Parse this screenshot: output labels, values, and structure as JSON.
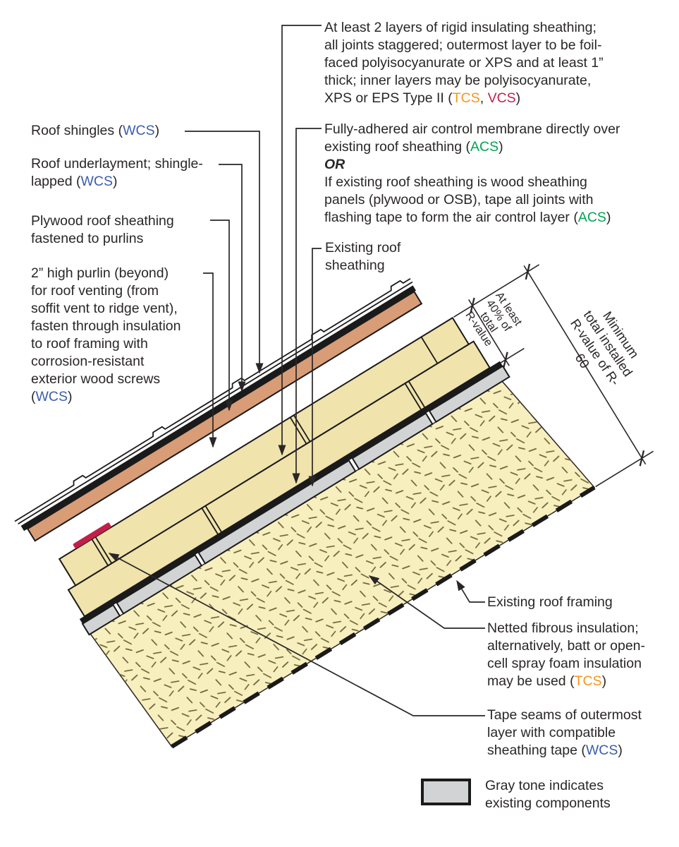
{
  "figure": {
    "description": "Roof retrofit section: rigid insulating sheathing over existing roof with vented over-roof",
    "palette": {
      "ink": "#2a2626",
      "wcs_blue": "#3a5dae",
      "tcs_orange": "#f7941e",
      "vcs_crimson": "#c2224e",
      "acs_green": "#00a551",
      "rigid_insulation_cream": "#f0e3ab",
      "fibrous_insulation_yellow": "#f7efbe",
      "plywood_tan": "#d89c77",
      "existing_gray": "#d2d3d4",
      "tape_red": "#c11f4a"
    }
  },
  "annotations": {
    "rigid_layers": [
      [
        {
          "t": "At least 2 layers of rigid insulating sheathing;"
        }
      ],
      [
        {
          "t": "all joints staggered; outermost layer to be foil-"
        }
      ],
      [
        {
          "t": "faced polyisocyanurate or XPS and at least 1”"
        }
      ],
      [
        {
          "t": "thick; inner layers may be polyisocyanurate,"
        }
      ],
      [
        {
          "t": "XPS or EPS Type II ("
        },
        {
          "t": "TCS",
          "c": "tcs"
        },
        {
          "t": ", "
        },
        {
          "t": "VCS",
          "c": "vcs"
        },
        {
          "t": ")"
        }
      ]
    ],
    "air_membrane": [
      [
        {
          "t": "Fully-adhered air control membrane directly over"
        }
      ],
      [
        {
          "t": "existing roof sheathing ("
        },
        {
          "t": "ACS",
          "c": "acs"
        },
        {
          "t": ")"
        }
      ],
      [
        {
          "t": "OR",
          "c": "bi"
        }
      ],
      [
        {
          "t": "If existing roof sheathing is wood sheathing"
        }
      ],
      [
        {
          "t": "panels (plywood or OSB), tape all joints with"
        }
      ],
      [
        {
          "t": "flashing tape to form the air control layer ("
        },
        {
          "t": "ACS",
          "c": "acs"
        },
        {
          "t": ")"
        }
      ]
    ],
    "roof_shingles": [
      [
        {
          "t": "Roof shingles ("
        },
        {
          "t": "WCS",
          "c": "wcs"
        },
        {
          "t": ")"
        }
      ]
    ],
    "underlayment": [
      [
        {
          "t": "Roof underlayment; shingle-"
        }
      ],
      [
        {
          "t": "lapped ("
        },
        {
          "t": "WCS",
          "c": "wcs"
        },
        {
          "t": ")"
        }
      ]
    ],
    "plywood": [
      [
        {
          "t": "Plywood roof sheathing"
        }
      ],
      [
        {
          "t": "fastened to purlins"
        }
      ]
    ],
    "purlin": [
      [
        {
          "t": "2” high purlin (beyond)"
        }
      ],
      [
        {
          "t": "for roof venting (from"
        }
      ],
      [
        {
          "t": "soffit vent to ridge vent),"
        }
      ],
      [
        {
          "t": "fasten through insulation"
        }
      ],
      [
        {
          "t": "to roof framing with"
        }
      ],
      [
        {
          "t": "corrosion-resistant"
        }
      ],
      [
        {
          "t": "exterior wood screws"
        }
      ],
      [
        {
          "t": "("
        },
        {
          "t": "WCS",
          "c": "wcs"
        },
        {
          "t": ")"
        }
      ]
    ],
    "existing_sheathing": [
      [
        {
          "t": "Existing roof"
        }
      ],
      [
        {
          "t": "sheathing"
        }
      ]
    ],
    "existing_framing": [
      [
        {
          "t": "Existing roof framing"
        }
      ]
    ],
    "netted_insulation": [
      [
        {
          "t": "Netted fibrous insulation;"
        }
      ],
      [
        {
          "t": "alternatively, batt or open-"
        }
      ],
      [
        {
          "t": "cell spray foam insulation"
        }
      ],
      [
        {
          "t": "may be used ("
        },
        {
          "t": "TCS",
          "c": "tcs"
        },
        {
          "t": ")"
        }
      ]
    ],
    "tape_seams": [
      [
        {
          "t": "Tape seams of outermost"
        }
      ],
      [
        {
          "t": "layer with compatible"
        }
      ],
      [
        {
          "t": "sheathing tape ("
        },
        {
          "t": "WCS",
          "c": "wcs"
        },
        {
          "t": ")"
        }
      ]
    ],
    "dim_40_percent": [
      [
        {
          "t": "At least"
        }
      ],
      [
        {
          "t": "40% of"
        }
      ],
      [
        {
          "t": "total"
        }
      ],
      [
        {
          "t": "R-value"
        }
      ]
    ],
    "dim_r60": [
      [
        {
          "t": "Minimum total installed"
        }
      ],
      [
        {
          "t": "R-value of R-60"
        }
      ]
    ],
    "legend": [
      [
        {
          "t": "Gray tone indicates"
        }
      ],
      [
        {
          "t": "existing components"
        }
      ]
    ]
  }
}
